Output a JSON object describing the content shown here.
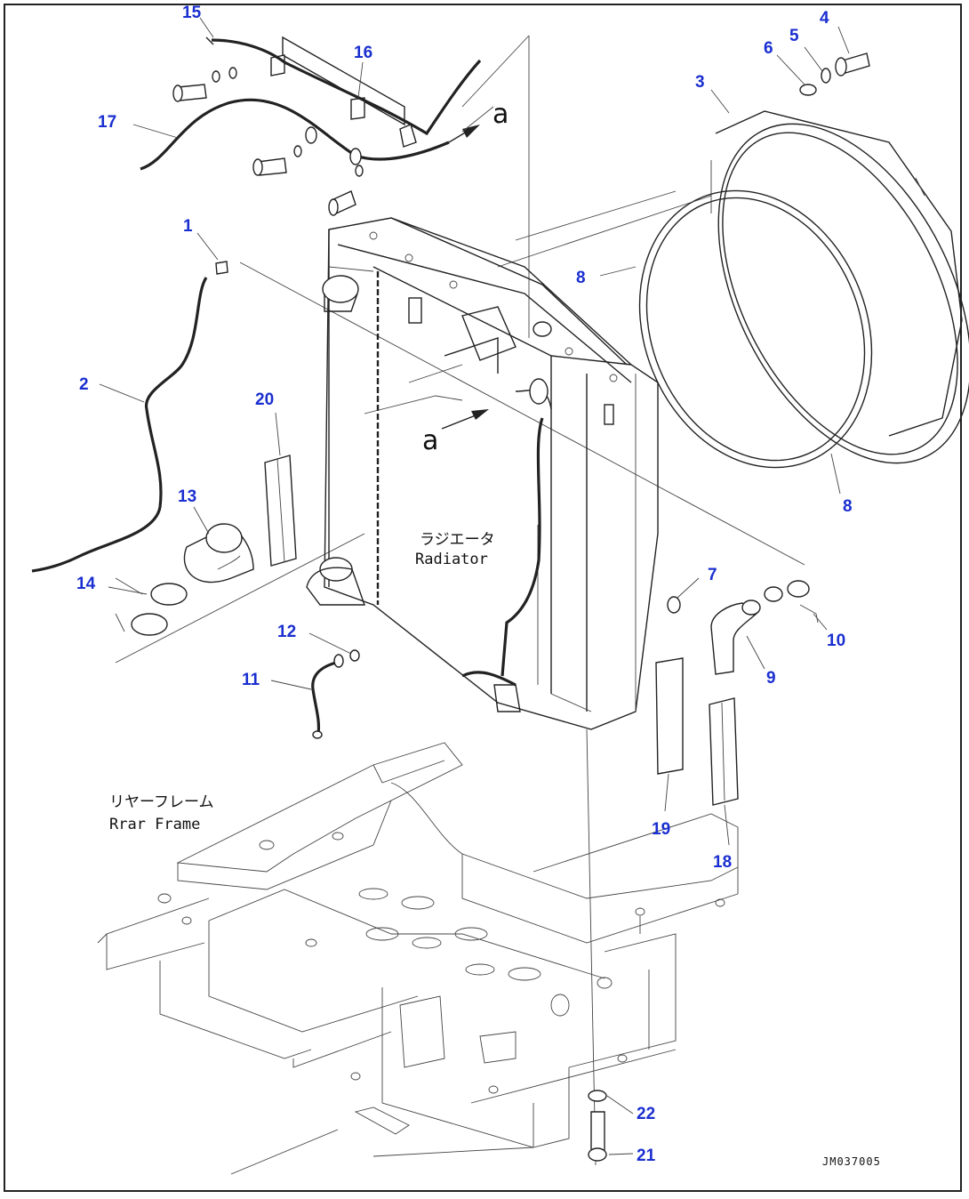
{
  "callouts": [
    {
      "id": "c1",
      "text": "1"
    },
    {
      "id": "c2",
      "text": "2"
    },
    {
      "id": "c3",
      "text": "3"
    },
    {
      "id": "c4",
      "text": "4"
    },
    {
      "id": "c5",
      "text": "5"
    },
    {
      "id": "c6",
      "text": "6"
    },
    {
      "id": "c7",
      "text": "7"
    },
    {
      "id": "c8a",
      "text": "8"
    },
    {
      "id": "c8b",
      "text": "8"
    },
    {
      "id": "c9",
      "text": "9"
    },
    {
      "id": "c10",
      "text": "10"
    },
    {
      "id": "c11",
      "text": "11"
    },
    {
      "id": "c12",
      "text": "12"
    },
    {
      "id": "c13",
      "text": "13"
    },
    {
      "id": "c14",
      "text": "14"
    },
    {
      "id": "c15",
      "text": "15"
    },
    {
      "id": "c16",
      "text": "16"
    },
    {
      "id": "c17",
      "text": "17"
    },
    {
      "id": "c18",
      "text": "18"
    },
    {
      "id": "c19",
      "text": "19"
    },
    {
      "id": "c20",
      "text": "20"
    },
    {
      "id": "c21",
      "text": "21"
    },
    {
      "id": "c22",
      "text": "22"
    }
  ],
  "labels": {
    "radiator_jp": "ラジエータ",
    "radiator_en": "Radiator",
    "frame_jp": "リヤーフレーム",
    "frame_en": "Rrar Frame",
    "ref_top": "a",
    "ref_mid": "a",
    "drawing_code": "JM037005"
  }
}
